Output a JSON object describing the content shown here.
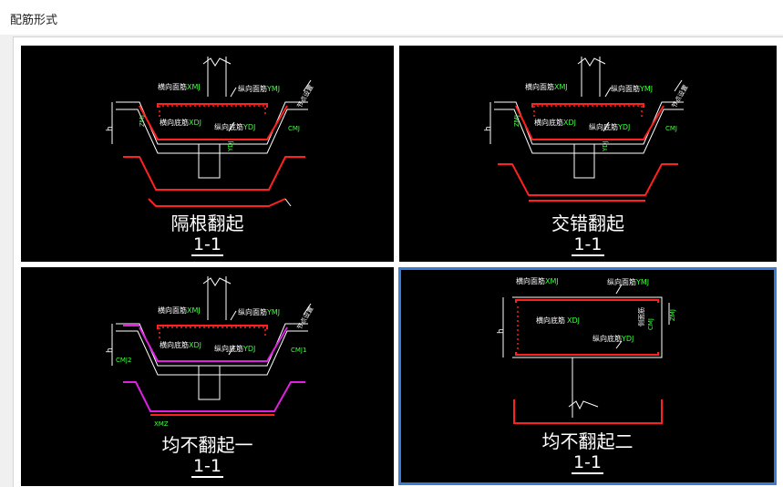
{
  "window": {
    "title": "配筋形式"
  },
  "options": [
    {
      "caption": "隔根翻起",
      "section": "1-1",
      "selected": false,
      "labels": {
        "top_trans": "横向面筋",
        "top_trans_code": "XMJ",
        "top_long": "纵向面筋",
        "top_long_code": "YMJ",
        "bot_trans": "横向底筋",
        "bot_trans_code": "XDJ",
        "bot_long": "纵向底筋",
        "bot_long_code": "YDJ",
        "mark_cmj": "CMJ",
        "mark_zmj": "ZMJ",
        "mark_ydj": "YDJ",
        "mark_h": "h",
        "mark_bend": "节点设置"
      }
    },
    {
      "caption": "交错翻起",
      "section": "1-1",
      "selected": false,
      "labels": {
        "top_trans": "横向面筋",
        "top_trans_code": "XMJ",
        "top_long": "纵向面筋",
        "top_long_code": "YMJ",
        "bot_trans": "横向底筋",
        "bot_trans_code": "XDJ",
        "bot_long": "纵向底筋",
        "bot_long_code": "YDJ",
        "mark_cmj": "CMJ",
        "mark_zmj": "ZMJ",
        "mark_ydj": "YDJ",
        "mark_h": "h",
        "mark_bend": "节点设置"
      }
    },
    {
      "caption": "均不翻起一",
      "section": "1-1",
      "selected": false,
      "labels": {
        "top_trans": "横向面筋",
        "top_trans_code": "XMJ",
        "top_long": "纵向面筋",
        "top_long_code": "YMJ",
        "bot_trans": "横向底筋",
        "bot_trans_code": "XDJ",
        "bot_long": "纵向底筋",
        "bot_long_code": "YDJ",
        "mark_cmj1": "CMJ1",
        "mark_cmj2": "CMJ2",
        "mark_xmz": "XMZ",
        "mark_h": "h",
        "mark_bend": "节点设置"
      }
    },
    {
      "caption": "均不翻起二",
      "section": "1-1",
      "selected": true,
      "labels": {
        "top_trans": "横向面筋",
        "top_trans_code": "XMJ",
        "top_long": "纵向面筋",
        "top_long_code": "YMJ",
        "bot_trans": "横向底筋",
        "bot_trans_code": "XDJ",
        "bot_long": "纵向底筋",
        "bot_long_code": "YDJ",
        "mark_side": "侧面筋",
        "mark_cmj": "CMJ",
        "mark_zmj": "ZMJ",
        "mark_h": "h"
      }
    }
  ],
  "colors": {
    "rebar": "#ff2020",
    "rebar_alt": "#e020e0",
    "line": "#ffffff",
    "label_text": "#ffffff",
    "label_code": "#40ff40",
    "selection": "#3a7bd5"
  }
}
